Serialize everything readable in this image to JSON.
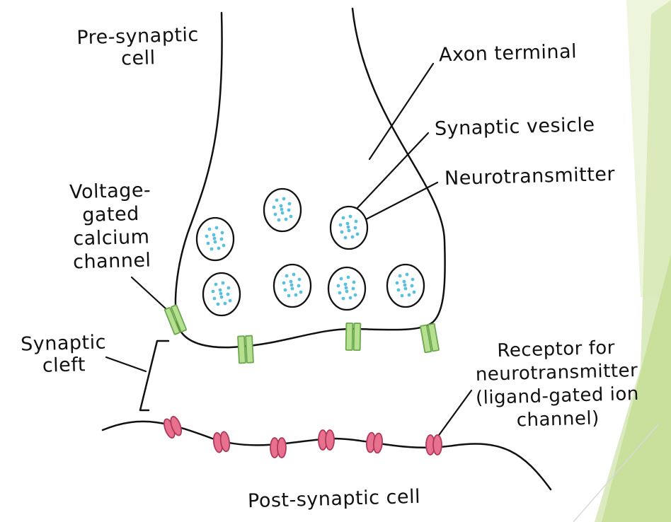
{
  "labels": {
    "presynaptic_line1": "Pre-synaptic",
    "presynaptic_line2": "cell",
    "axon_terminal": "Axon terminal",
    "synaptic_vesicle": "Synaptic vesicle",
    "neurotransmitter": "Neurotransmitter",
    "vgcc_line1": "Voltage-",
    "vgcc_line2": "gated",
    "vgcc_line3": "calcium",
    "vgcc_line4": "channel",
    "cleft_line1": "Synaptic",
    "cleft_line2": "cleft",
    "receptor_line1": "Receptor for",
    "receptor_line2": "neurotransmitter",
    "receptor_line3": "(ligand-gated ion",
    "receptor_line4": "channel)",
    "postsynaptic": "Post-synaptic cell"
  },
  "colors": {
    "outline": "#111111",
    "vesicle_dot": "#5bc0de",
    "calcium_channel_fill": "#b6e08f",
    "calcium_channel_stroke": "#6aa84f",
    "receptor_fill": "#e7718f",
    "receptor_stroke": "#b0395a",
    "slide_accent": "#cfe3a6"
  }
}
